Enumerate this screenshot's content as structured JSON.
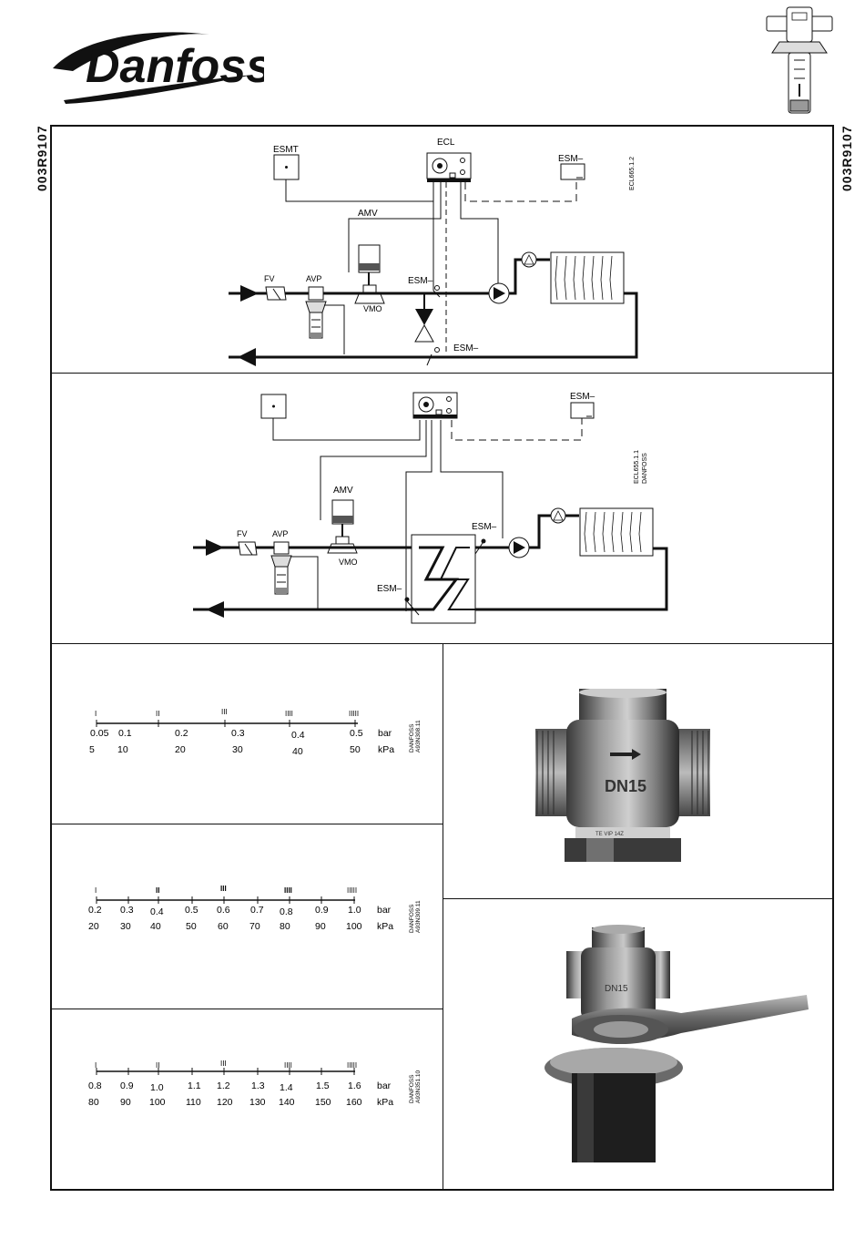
{
  "header": {
    "brand": "Danfoss",
    "document_code": "003R9107"
  },
  "diagram1": {
    "labels": {
      "esmt": "ESMT",
      "ecl": "ECL",
      "esm_remote": "ESM–",
      "amv": "AMV",
      "fv": "FV",
      "avp": "AVP",
      "vmo": "VMO",
      "esm_supply": "ESM–",
      "esm_return": "ESM–"
    },
    "ref": "ECL665.1.2"
  },
  "diagram2": {
    "labels": {
      "esm_remote": "ESM–",
      "amv": "AMV",
      "fv": "FV",
      "avp": "AVP",
      "vmo": "VMO",
      "esm_secondary": "ESM–",
      "esm_primary": "ESM–"
    },
    "ref_line1": "ECL655.1.1",
    "ref_line2": "DANFOSS"
  },
  "scales": [
    {
      "marks": [
        "I",
        "II",
        "III",
        "IIII",
        "IIIII"
      ],
      "bar": [
        "0.05",
        "0.1",
        "0.2",
        "0.3",
        "0.4",
        "0.5"
      ],
      "kpa": [
        "5",
        "10",
        "20",
        "30",
        "40",
        "50"
      ],
      "unit_bar": "bar",
      "unit_kpa": "kPa",
      "ref_line1": "DANFOSS",
      "ref_line2": "A93N308.11"
    },
    {
      "marks": [
        "I",
        "II",
        "III",
        "IIII",
        "IIIII"
      ],
      "bar": [
        "0.2",
        "0.3",
        "0.4",
        "0.5",
        "0.6",
        "0.7",
        "0.8",
        "0.9",
        "1.0"
      ],
      "kpa": [
        "20",
        "30",
        "40",
        "50",
        "60",
        "70",
        "80",
        "90",
        "100"
      ],
      "unit_bar": "bar",
      "unit_kpa": "kPa",
      "ref_line1": "DANFOSS",
      "ref_line2": "A93N309.11"
    },
    {
      "marks": [
        "I",
        "II",
        "III",
        "IIII",
        "IIIII"
      ],
      "bar": [
        "0.8",
        "0.9",
        "1.0",
        "1.1",
        "1.2",
        "1.3",
        "1.4",
        "1.5",
        "1.6"
      ],
      "kpa": [
        "80",
        "90",
        "100",
        "110",
        "120",
        "130",
        "140",
        "150",
        "160"
      ],
      "unit_bar": "bar",
      "unit_kpa": "kPa",
      "ref_line1": "DANFOSS",
      "ref_line2": "A93N351.10"
    }
  ],
  "photos": {
    "valve_marking": "DN15",
    "ring_marking": "TE VIP 14Z"
  }
}
